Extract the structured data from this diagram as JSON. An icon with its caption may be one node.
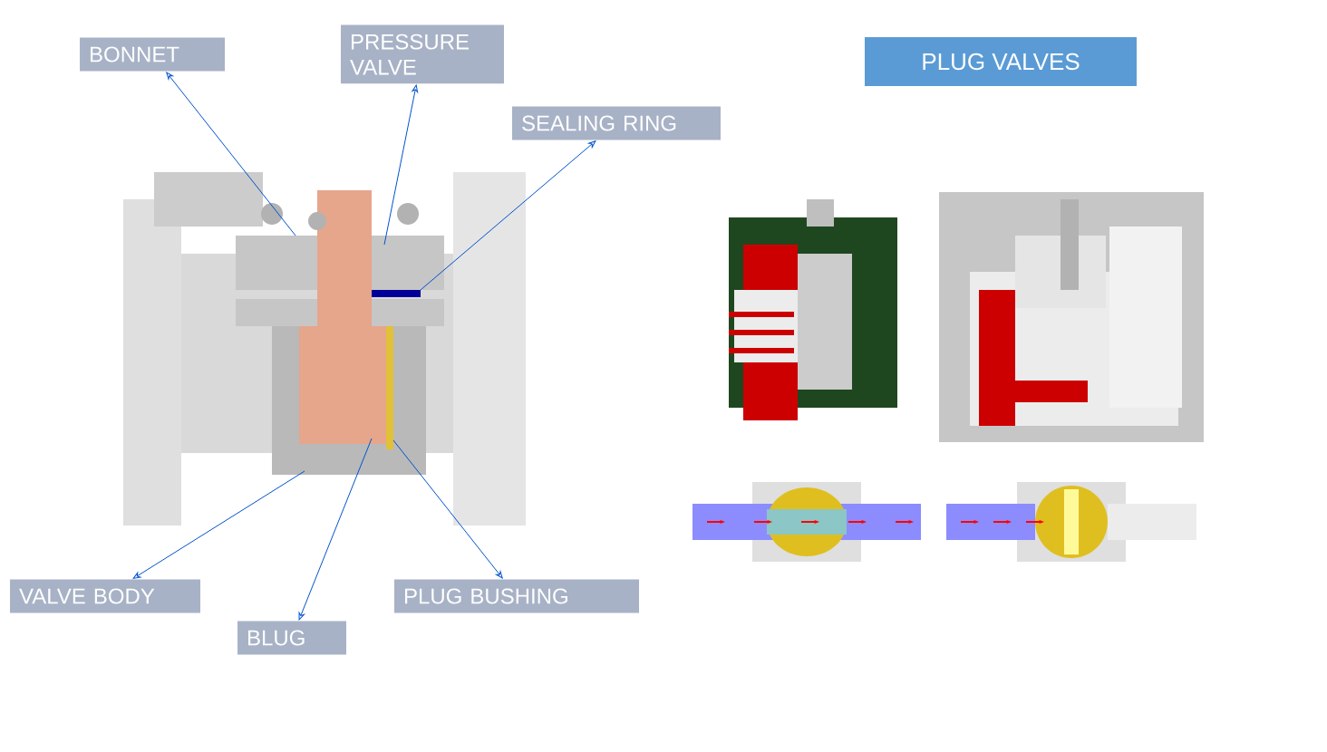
{
  "diagram": {
    "title": "PLUG VALVES",
    "nodes": [
      {
        "text": [
          "BONNET"
        ]
      },
      {
        "text": [
          "PRESSURE VALVE"
        ]
      },
      {
        "text": [
          "SEALING RING"
        ]
      },
      {
        "text": [
          "VALVE BODY"
        ]
      },
      {
        "text": [
          "BLUG"
        ]
      },
      {
        "text": [
          "PLUG BUSHING"
        ]
      }
    ],
    "edges": [
      {
        "from": null,
        "to": 0,
        "arrow": "to"
      },
      {
        "from": null,
        "to": 1,
        "arrow": "to"
      },
      {
        "from": null,
        "to": 2,
        "arrow": "to"
      },
      {
        "from": null,
        "to": 3,
        "arrow": "to"
      },
      {
        "from": null,
        "to": 4,
        "arrow": "to"
      },
      {
        "from": null,
        "to": 5,
        "arrow": "to"
      }
    ]
  }
}
